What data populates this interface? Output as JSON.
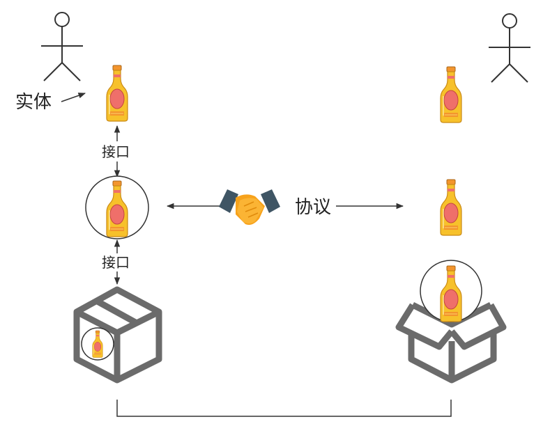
{
  "labels": {
    "entity": "实体",
    "interface_top": "接口",
    "interface_bottom": "接口",
    "protocol": "协议"
  },
  "colors": {
    "stroke": "#333333",
    "box": "#6b6b6b",
    "bottle_body": "#f7c12b",
    "bottle_label": "#ef6f6a",
    "bottle_cap": "#f3952d",
    "hand_sleeve": "#3f5564",
    "hand_orange": "#f7a21b"
  },
  "icons": {
    "person": "person-icon",
    "bottle": "beer-bottle-icon",
    "closed_box": "closed-box-icon",
    "open_box": "open-box-icon",
    "handshake": "handshake-icon"
  }
}
